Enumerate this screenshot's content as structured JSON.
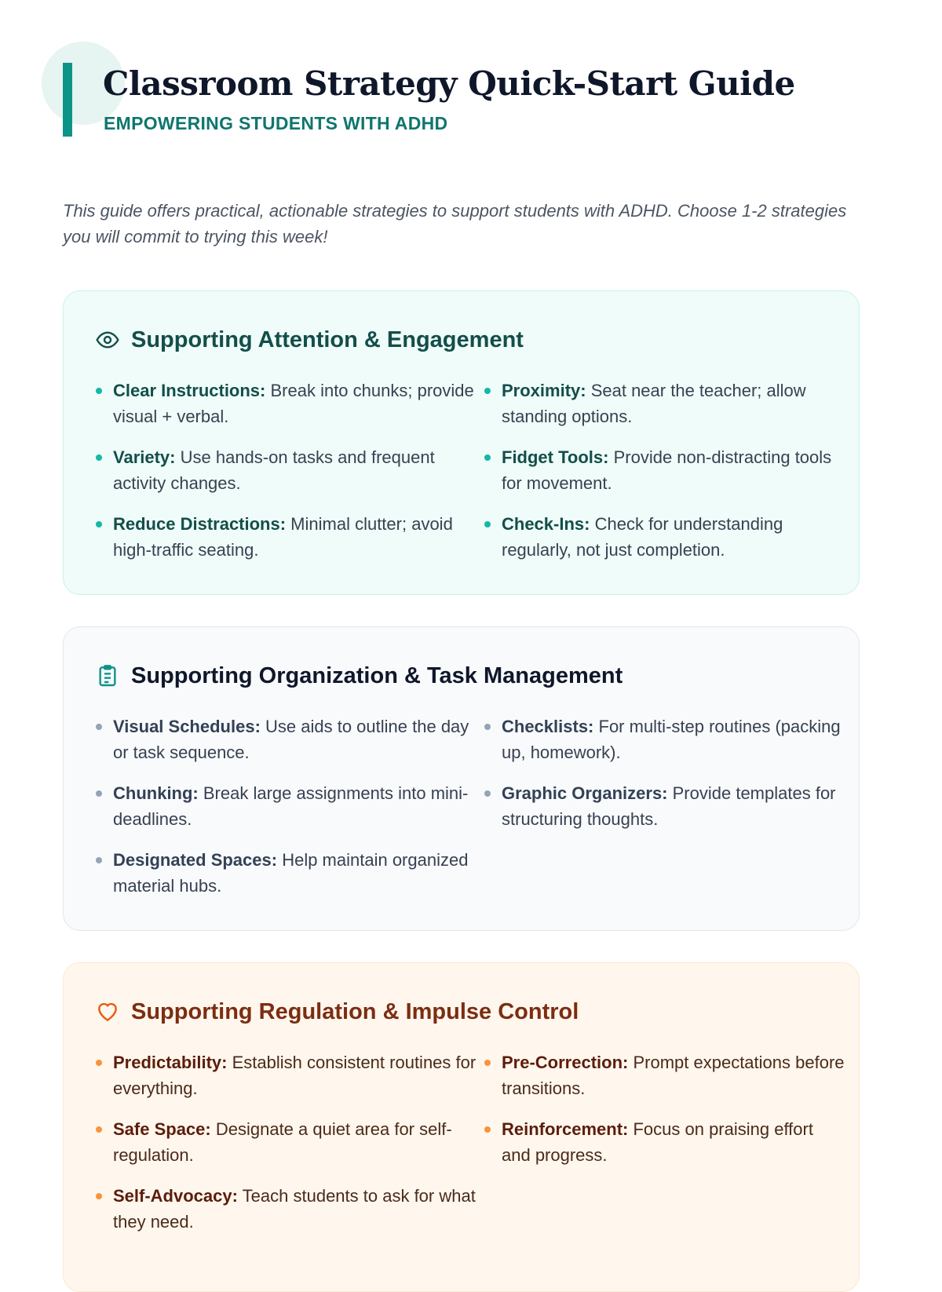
{
  "header": {
    "title": "Classroom Strategy Quick-Start Guide",
    "subtitle": "EMPOWERING STUDENTS WITH ADHD"
  },
  "intro": "This guide offers practical, actionable strategies to support students with ADHD. Choose 1-2 strategies you will commit to trying this week!",
  "colors": {
    "teal": "#0d9488",
    "slate": "#334155",
    "orange": "#ea580c"
  },
  "sections": [
    {
      "title": "Supporting Attention & Engagement",
      "icon": "eye-icon",
      "items": [
        {
          "term": "Clear Instructions:",
          "text": " Break into chunks; provide visual + verbal."
        },
        {
          "term": "Proximity:",
          "text": " Seat near the teacher; allow standing options."
        },
        {
          "term": "Variety:",
          "text": " Use hands-on tasks and frequent activity changes."
        },
        {
          "term": "Fidget Tools:",
          "text": " Provide non-distracting tools for movement."
        },
        {
          "term": "Reduce Distractions:",
          "text": " Minimal clutter; avoid high-traffic seating."
        },
        {
          "term": "Check-Ins:",
          "text": " Check for understanding regularly, not just completion."
        }
      ]
    },
    {
      "title": "Supporting Organization & Task Management",
      "icon": "clipboard-icon",
      "items": [
        {
          "term": "Visual Schedules:",
          "text": " Use aids to outline the day or task sequence."
        },
        {
          "term": "Checklists:",
          "text": " For multi-step routines (packing up, homework)."
        },
        {
          "term": "Chunking:",
          "text": " Break large assignments into mini-deadlines."
        },
        {
          "term": "Graphic Organizers:",
          "text": " Provide templates for structuring thoughts."
        },
        {
          "term": "Designated Spaces:",
          "text": " Help maintain organized material hubs."
        }
      ]
    },
    {
      "title": "Supporting Regulation & Impulse Control",
      "icon": "heart-icon",
      "items": [
        {
          "term": "Predictability:",
          "text": " Establish consistent routines for everything."
        },
        {
          "term": "Pre-Correction:",
          "text": " Prompt expectations before transitions."
        },
        {
          "term": "Safe Space:",
          "text": " Designate a quiet area for self-regulation."
        },
        {
          "term": "Reinforcement:",
          "text": " Focus on praising effort and progress."
        },
        {
          "term": "Self-Advocacy:",
          "text": " Teach students to ask for what they need."
        }
      ]
    }
  ]
}
